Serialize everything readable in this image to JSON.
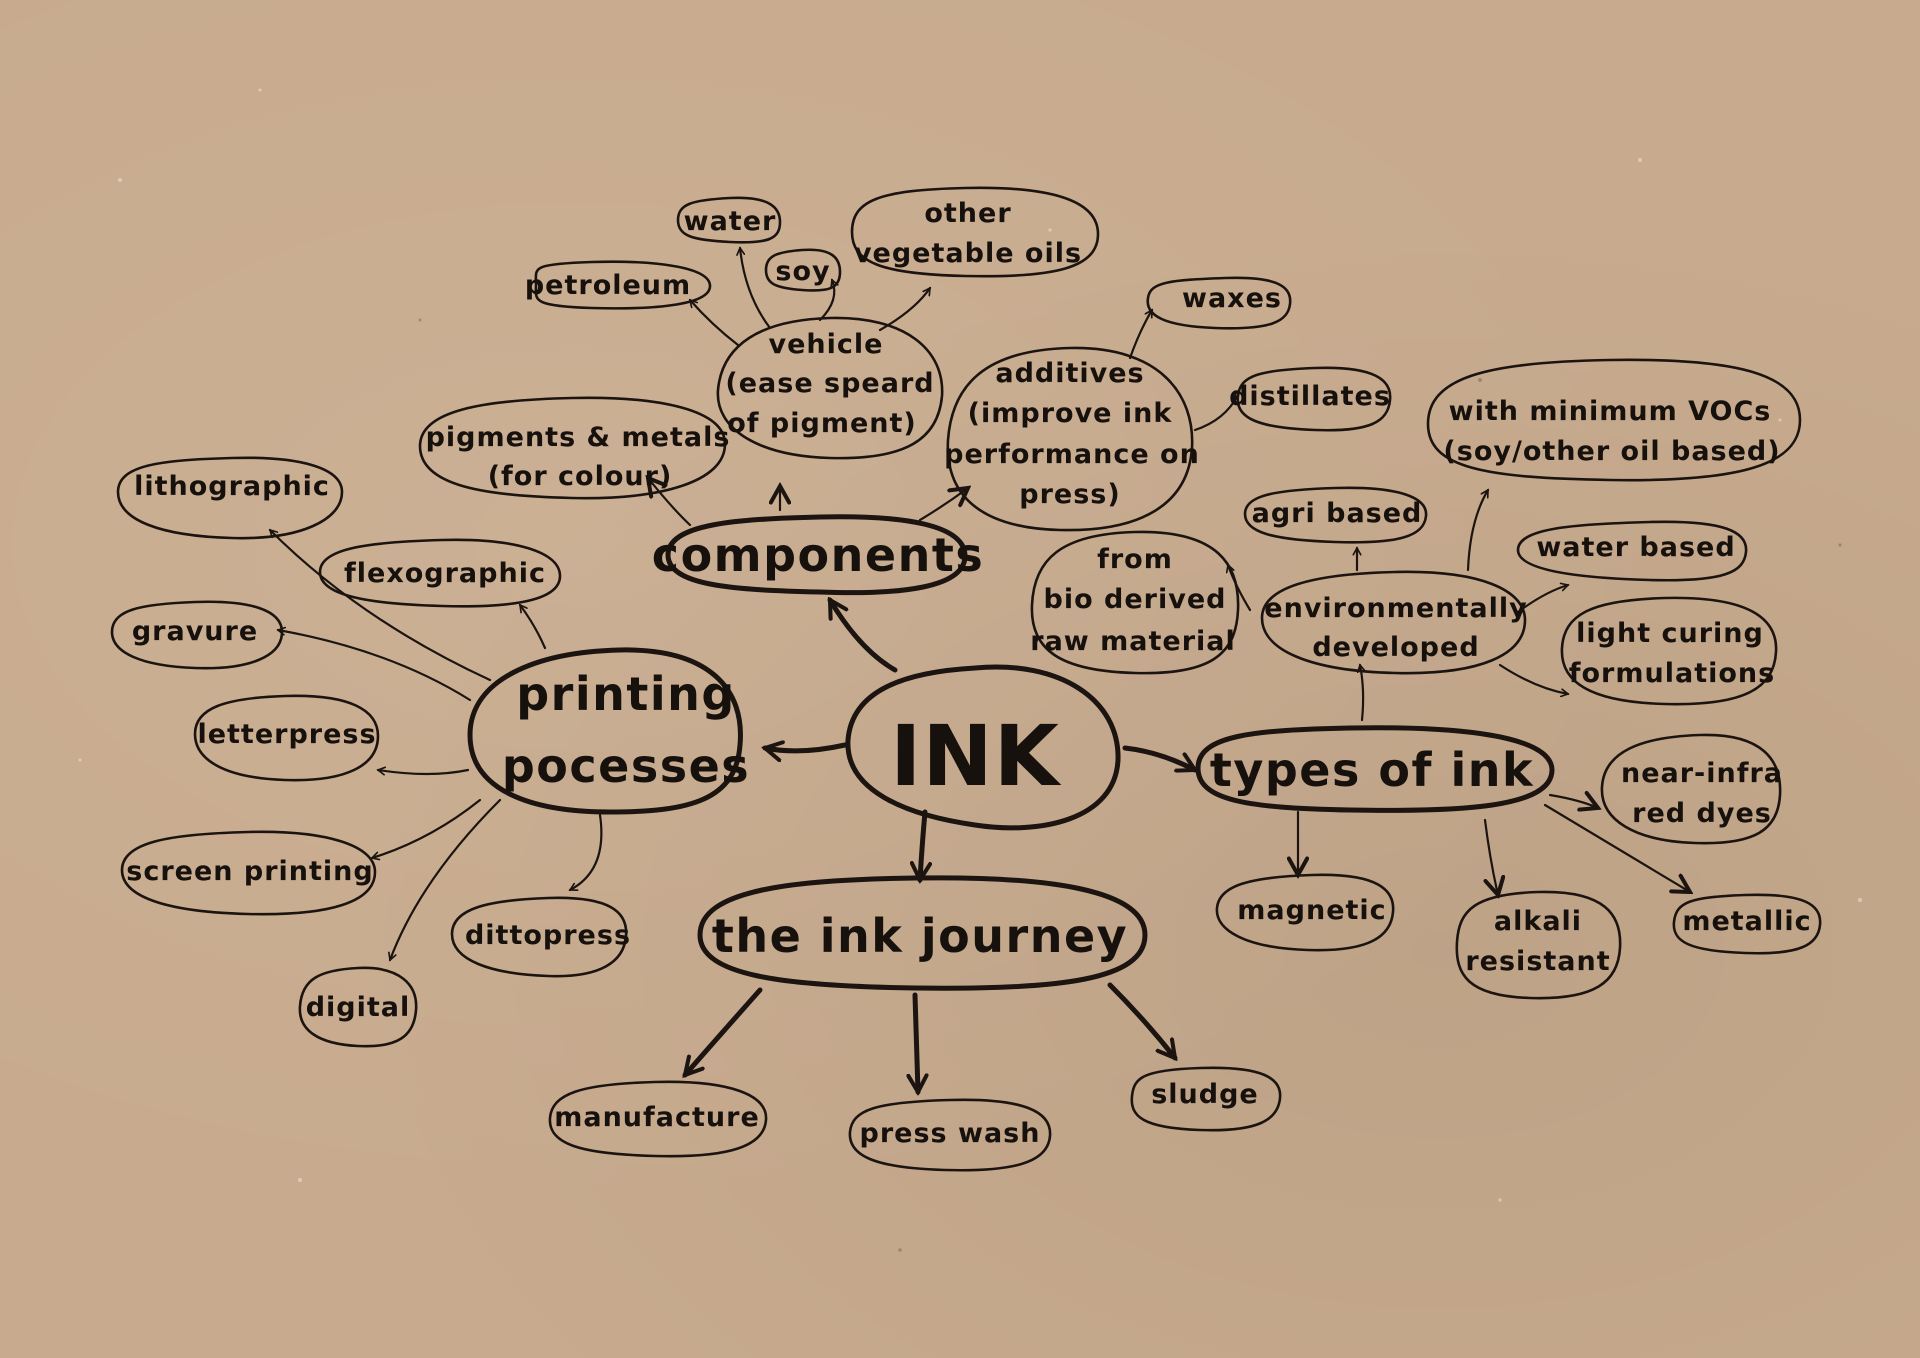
{
  "palette": {
    "background": "#c8ab8e",
    "ink": "#1b1410"
  },
  "nodes": {
    "ink": "INK",
    "printing_processes": [
      "printing",
      "pocesses"
    ],
    "components": "components",
    "types_of_ink": "types of ink",
    "ink_journey": "the ink journey",
    "lithographic": "lithographic",
    "flexographic": "flexographic",
    "gravure": "gravure",
    "letterpress": "letterpress",
    "screen_printing": "screen printing",
    "dittopress": "dittopress",
    "digital": "digital",
    "pigments": [
      "pigments & metals",
      "(for colour)"
    ],
    "vehicle": [
      "vehicle",
      "(ease speard",
      "of pigment)"
    ],
    "additives": [
      "additives",
      "(improve ink",
      "performance on",
      "press)"
    ],
    "petroleum": "petroleum",
    "water": "water",
    "soy": "soy",
    "other_oils": [
      "other",
      "vegetable oils"
    ],
    "waxes": "waxes",
    "distillates": "distillates",
    "bio_derived": [
      "from",
      "bio derived",
      "raw material"
    ],
    "agri_based": "agri based",
    "env_developed": [
      "environmentally",
      "developed"
    ],
    "min_vocs": [
      "with minimum VOCs",
      "(soy/other oil based)"
    ],
    "water_based": "water based",
    "light_curing": [
      "light curing",
      "formulations"
    ],
    "near_infra": [
      "near-infra",
      "red dyes"
    ],
    "magnetic": "magnetic",
    "alkali": [
      "alkali",
      "resistant"
    ],
    "metallic": "metallic",
    "manufacture": "manufacture",
    "press_wash": "press wash",
    "sludge": "sludge"
  }
}
